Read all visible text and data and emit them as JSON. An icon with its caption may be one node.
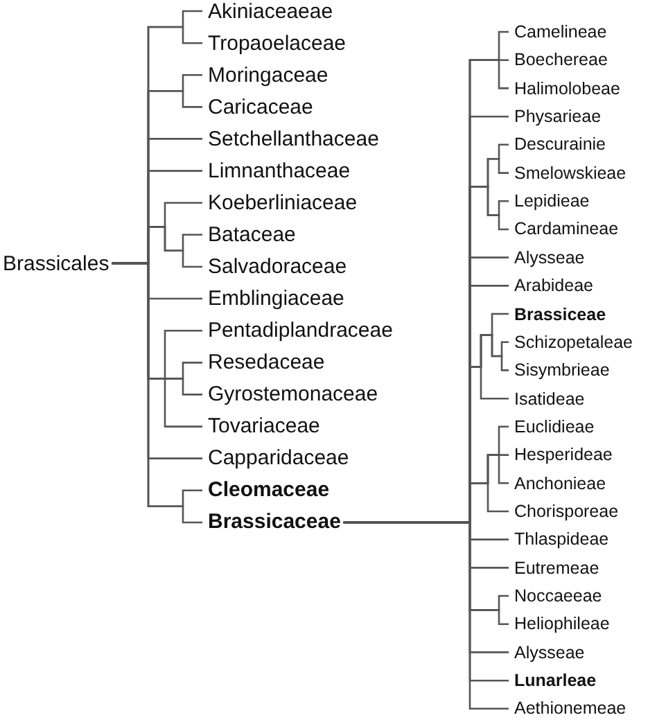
{
  "diagram": {
    "nodes": [
      {
        "text": [
          "Brassicales"
        ]
      },
      {
        "text": [
          "Akiniaceaeae"
        ]
      },
      {
        "text": [
          "Tropaoelaceae"
        ]
      },
      {
        "text": [
          "Moringaceae"
        ]
      },
      {
        "text": [
          "Caricaceae"
        ]
      },
      {
        "text": [
          "Setchellanthaceae"
        ]
      },
      {
        "text": [
          "Limnanthaceae"
        ]
      },
      {
        "text": [
          "Koeberliniaceae"
        ]
      },
      {
        "text": [
          "Bataceae"
        ]
      },
      {
        "text": [
          "Salvadoraceae"
        ]
      },
      {
        "text": [
          "Emblingiaceae"
        ]
      },
      {
        "text": [
          "Pentadiplandraceae"
        ]
      },
      {
        "text": [
          "Resedaceae"
        ]
      },
      {
        "text": [
          "Gyrostemonaceae"
        ]
      },
      {
        "text": [
          "Tovariaceae"
        ]
      },
      {
        "text": [
          "Capparidaceae"
        ]
      },
      {
        "text": [
          "Cleomaceae"
        ]
      },
      {
        "text": [
          "Brassicaceae"
        ]
      },
      {
        "text": [
          "Camelineae"
        ]
      },
      {
        "text": [
          "Boechereae"
        ]
      },
      {
        "text": [
          "Halimolobeae"
        ]
      },
      {
        "text": [
          "Physarieae"
        ]
      },
      {
        "text": [
          "Descurainie"
        ]
      },
      {
        "text": [
          "Smelowskieae"
        ]
      },
      {
        "text": [
          "Lepidieae"
        ]
      },
      {
        "text": [
          "Cardamineae"
        ]
      },
      {
        "text": [
          "Alysseae"
        ]
      },
      {
        "text": [
          "Arabideae"
        ]
      },
      {
        "text": [
          "Brassiceae"
        ]
      },
      {
        "text": [
          "Schizopetaleae"
        ]
      },
      {
        "text": [
          "Sisymbrieae"
        ]
      },
      {
        "text": [
          "Isatideae"
        ]
      },
      {
        "text": [
          "Euclidieae"
        ]
      },
      {
        "text": [
          "Hesperideae"
        ]
      },
      {
        "text": [
          "Anchonieae"
        ]
      },
      {
        "text": [
          "Chorisporeae"
        ]
      },
      {
        "text": [
          "Thlaspideae"
        ]
      },
      {
        "text": [
          "Eutremeae"
        ]
      },
      {
        "text": [
          "Noccaeeae"
        ]
      },
      {
        "text": [
          "Heliophileae"
        ]
      },
      {
        "text": [
          "Alysseae"
        ]
      },
      {
        "text": [
          "Lunarleae"
        ]
      },
      {
        "text": [
          "Aethionemeae"
        ]
      }
    ],
    "edges": [
      {
        "from": 0,
        "to": 1,
        "arrow": "none"
      },
      {
        "from": 0,
        "to": 2,
        "arrow": "none"
      },
      {
        "from": 0,
        "to": 3,
        "arrow": "none"
      },
      {
        "from": 0,
        "to": 4,
        "arrow": "none"
      },
      {
        "from": 0,
        "to": 5,
        "arrow": "none"
      },
      {
        "from": 0,
        "to": 6,
        "arrow": "none"
      },
      {
        "from": 0,
        "to": 7,
        "arrow": "none"
      },
      {
        "from": 0,
        "to": 8,
        "arrow": "none"
      },
      {
        "from": 0,
        "to": 9,
        "arrow": "none"
      },
      {
        "from": 0,
        "to": 10,
        "arrow": "none"
      },
      {
        "from": 0,
        "to": 11,
        "arrow": "none"
      },
      {
        "from": 0,
        "to": 12,
        "arrow": "none"
      },
      {
        "from": 0,
        "to": 13,
        "arrow": "none"
      },
      {
        "from": 0,
        "to": 14,
        "arrow": "none"
      },
      {
        "from": 0,
        "to": 15,
        "arrow": "none"
      },
      {
        "from": 0,
        "to": 16,
        "arrow": "none"
      },
      {
        "from": 0,
        "to": 17,
        "arrow": "none"
      },
      {
        "from": 17,
        "to": 18,
        "arrow": "none"
      },
      {
        "from": 17,
        "to": 19,
        "arrow": "none"
      },
      {
        "from": 17,
        "to": 20,
        "arrow": "none"
      },
      {
        "from": 17,
        "to": 21,
        "arrow": "none"
      },
      {
        "from": 17,
        "to": 22,
        "arrow": "none"
      },
      {
        "from": 17,
        "to": 23,
        "arrow": "none"
      },
      {
        "from": 17,
        "to": 24,
        "arrow": "none"
      },
      {
        "from": 17,
        "to": 25,
        "arrow": "none"
      },
      {
        "from": 17,
        "to": 26,
        "arrow": "none"
      },
      {
        "from": 17,
        "to": 27,
        "arrow": "none"
      },
      {
        "from": 17,
        "to": 28,
        "arrow": "none"
      },
      {
        "from": 17,
        "to": 29,
        "arrow": "none"
      },
      {
        "from": 17,
        "to": 30,
        "arrow": "none"
      },
      {
        "from": 17,
        "to": 31,
        "arrow": "none"
      },
      {
        "from": 17,
        "to": 32,
        "arrow": "none"
      },
      {
        "from": 17,
        "to": 33,
        "arrow": "none"
      },
      {
        "from": 17,
        "to": 34,
        "arrow": "none"
      },
      {
        "from": 17,
        "to": 35,
        "arrow": "none"
      },
      {
        "from": 17,
        "to": 36,
        "arrow": "none"
      },
      {
        "from": 17,
        "to": 37,
        "arrow": "none"
      },
      {
        "from": 17,
        "to": 38,
        "arrow": "none"
      },
      {
        "from": 17,
        "to": 39,
        "arrow": "none"
      },
      {
        "from": 17,
        "to": 40,
        "arrow": "none"
      },
      {
        "from": 17,
        "to": 41,
        "arrow": "none"
      },
      {
        "from": 17,
        "to": 42,
        "arrow": "none"
      }
    ]
  }
}
